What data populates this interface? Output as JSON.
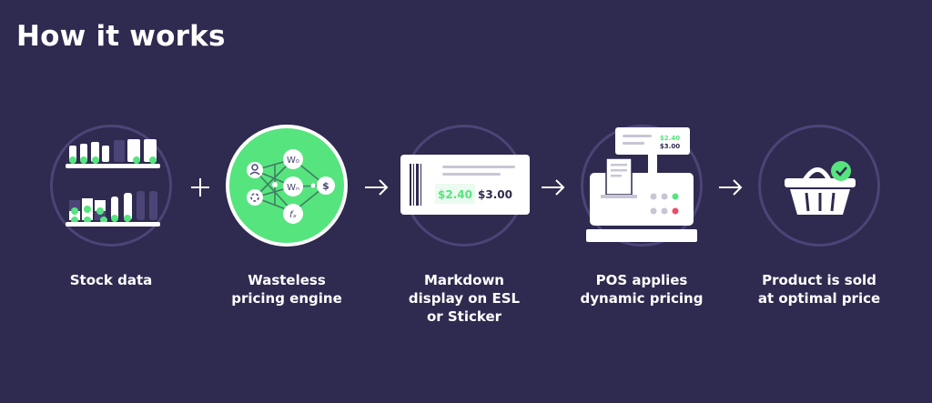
{
  "page": {
    "title": "How it works",
    "colors": {
      "background": "#2f2a4f",
      "circle_ring": "#4b4577",
      "accent_green": "#56e47e",
      "dark_shelf_item": "#4b4577",
      "white": "#ffffff",
      "dot_pink": "#f04a6a"
    }
  },
  "steps": [
    {
      "caption": "Stock data",
      "icon": "stock-shelves-icon"
    },
    {
      "caption": "Wasteless\npricing engine",
      "icon": "pricing-engine-network-icon"
    },
    {
      "caption": "Markdown\ndisplay on ESL\nor Sticker",
      "icon": "esl-label-icon",
      "old_price": "$2.40",
      "new_price": "$3.00"
    },
    {
      "caption": "POS applies\ndynamic pricing",
      "icon": "pos-register-icon",
      "screen_price_1": "$2.40",
      "screen_price_2": "$3.00"
    },
    {
      "caption": "Product is sold\nat optimal price",
      "icon": "shopping-basket-check-icon"
    }
  ],
  "engine_nodes": [
    "W₀",
    "Wₙ",
    "fₓ",
    "$"
  ],
  "connectors": [
    "plus-icon",
    "arrow-right-icon",
    "arrow-right-icon",
    "arrow-right-icon"
  ]
}
